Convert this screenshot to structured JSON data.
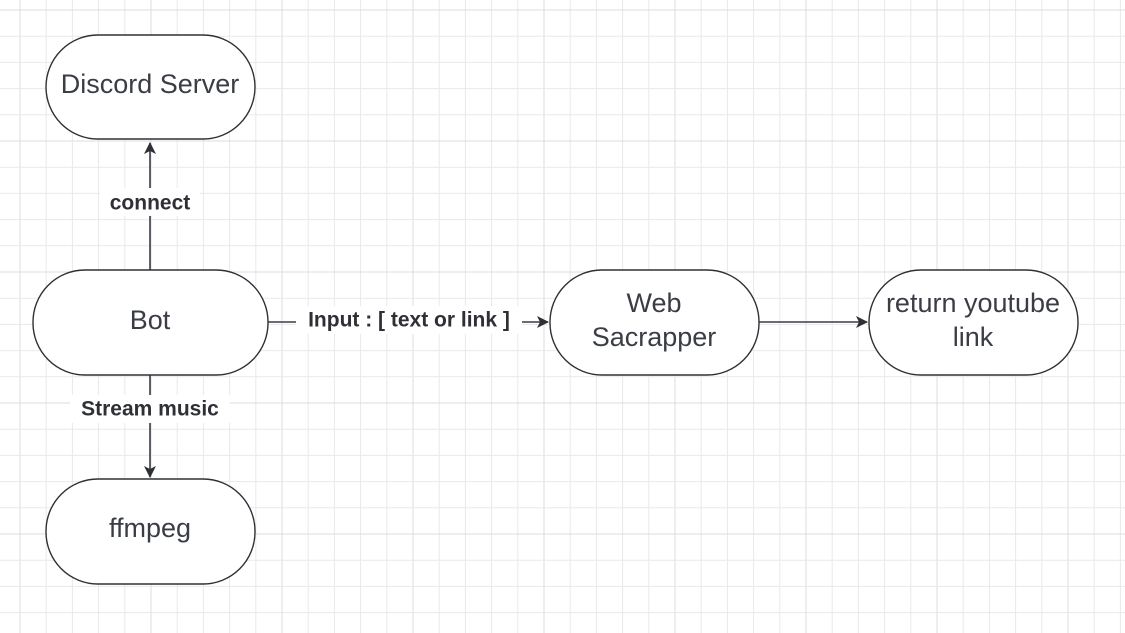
{
  "colors": {
    "background": "#ffffff",
    "grid_minor": "#e9e9ec",
    "grid_major": "#dcdce0",
    "stroke": "#2e3036",
    "text": "#3a3d45"
  },
  "nodes": {
    "discord_server": {
      "label_lines": [
        "Discord Server"
      ]
    },
    "bot": {
      "label_lines": [
        "Bot"
      ]
    },
    "ffmpeg": {
      "label_lines": [
        "ffmpeg"
      ]
    },
    "web_scrapper": {
      "label_lines": [
        "Web",
        "Sacrapper"
      ]
    },
    "youtube_link": {
      "label_lines": [
        "return youtube",
        "link"
      ]
    }
  },
  "edges": {
    "connect": {
      "from": "Bot",
      "to": "Discord Server",
      "label": "connect"
    },
    "stream": {
      "from": "Bot",
      "to": "ffmpeg",
      "label": "Stream music"
    },
    "input": {
      "from": "Bot",
      "to": "Web Sacrapper",
      "label": "Input : [ text or link ]"
    },
    "result": {
      "from": "Web Sacrapper",
      "to": "return youtube link",
      "label": ""
    }
  }
}
